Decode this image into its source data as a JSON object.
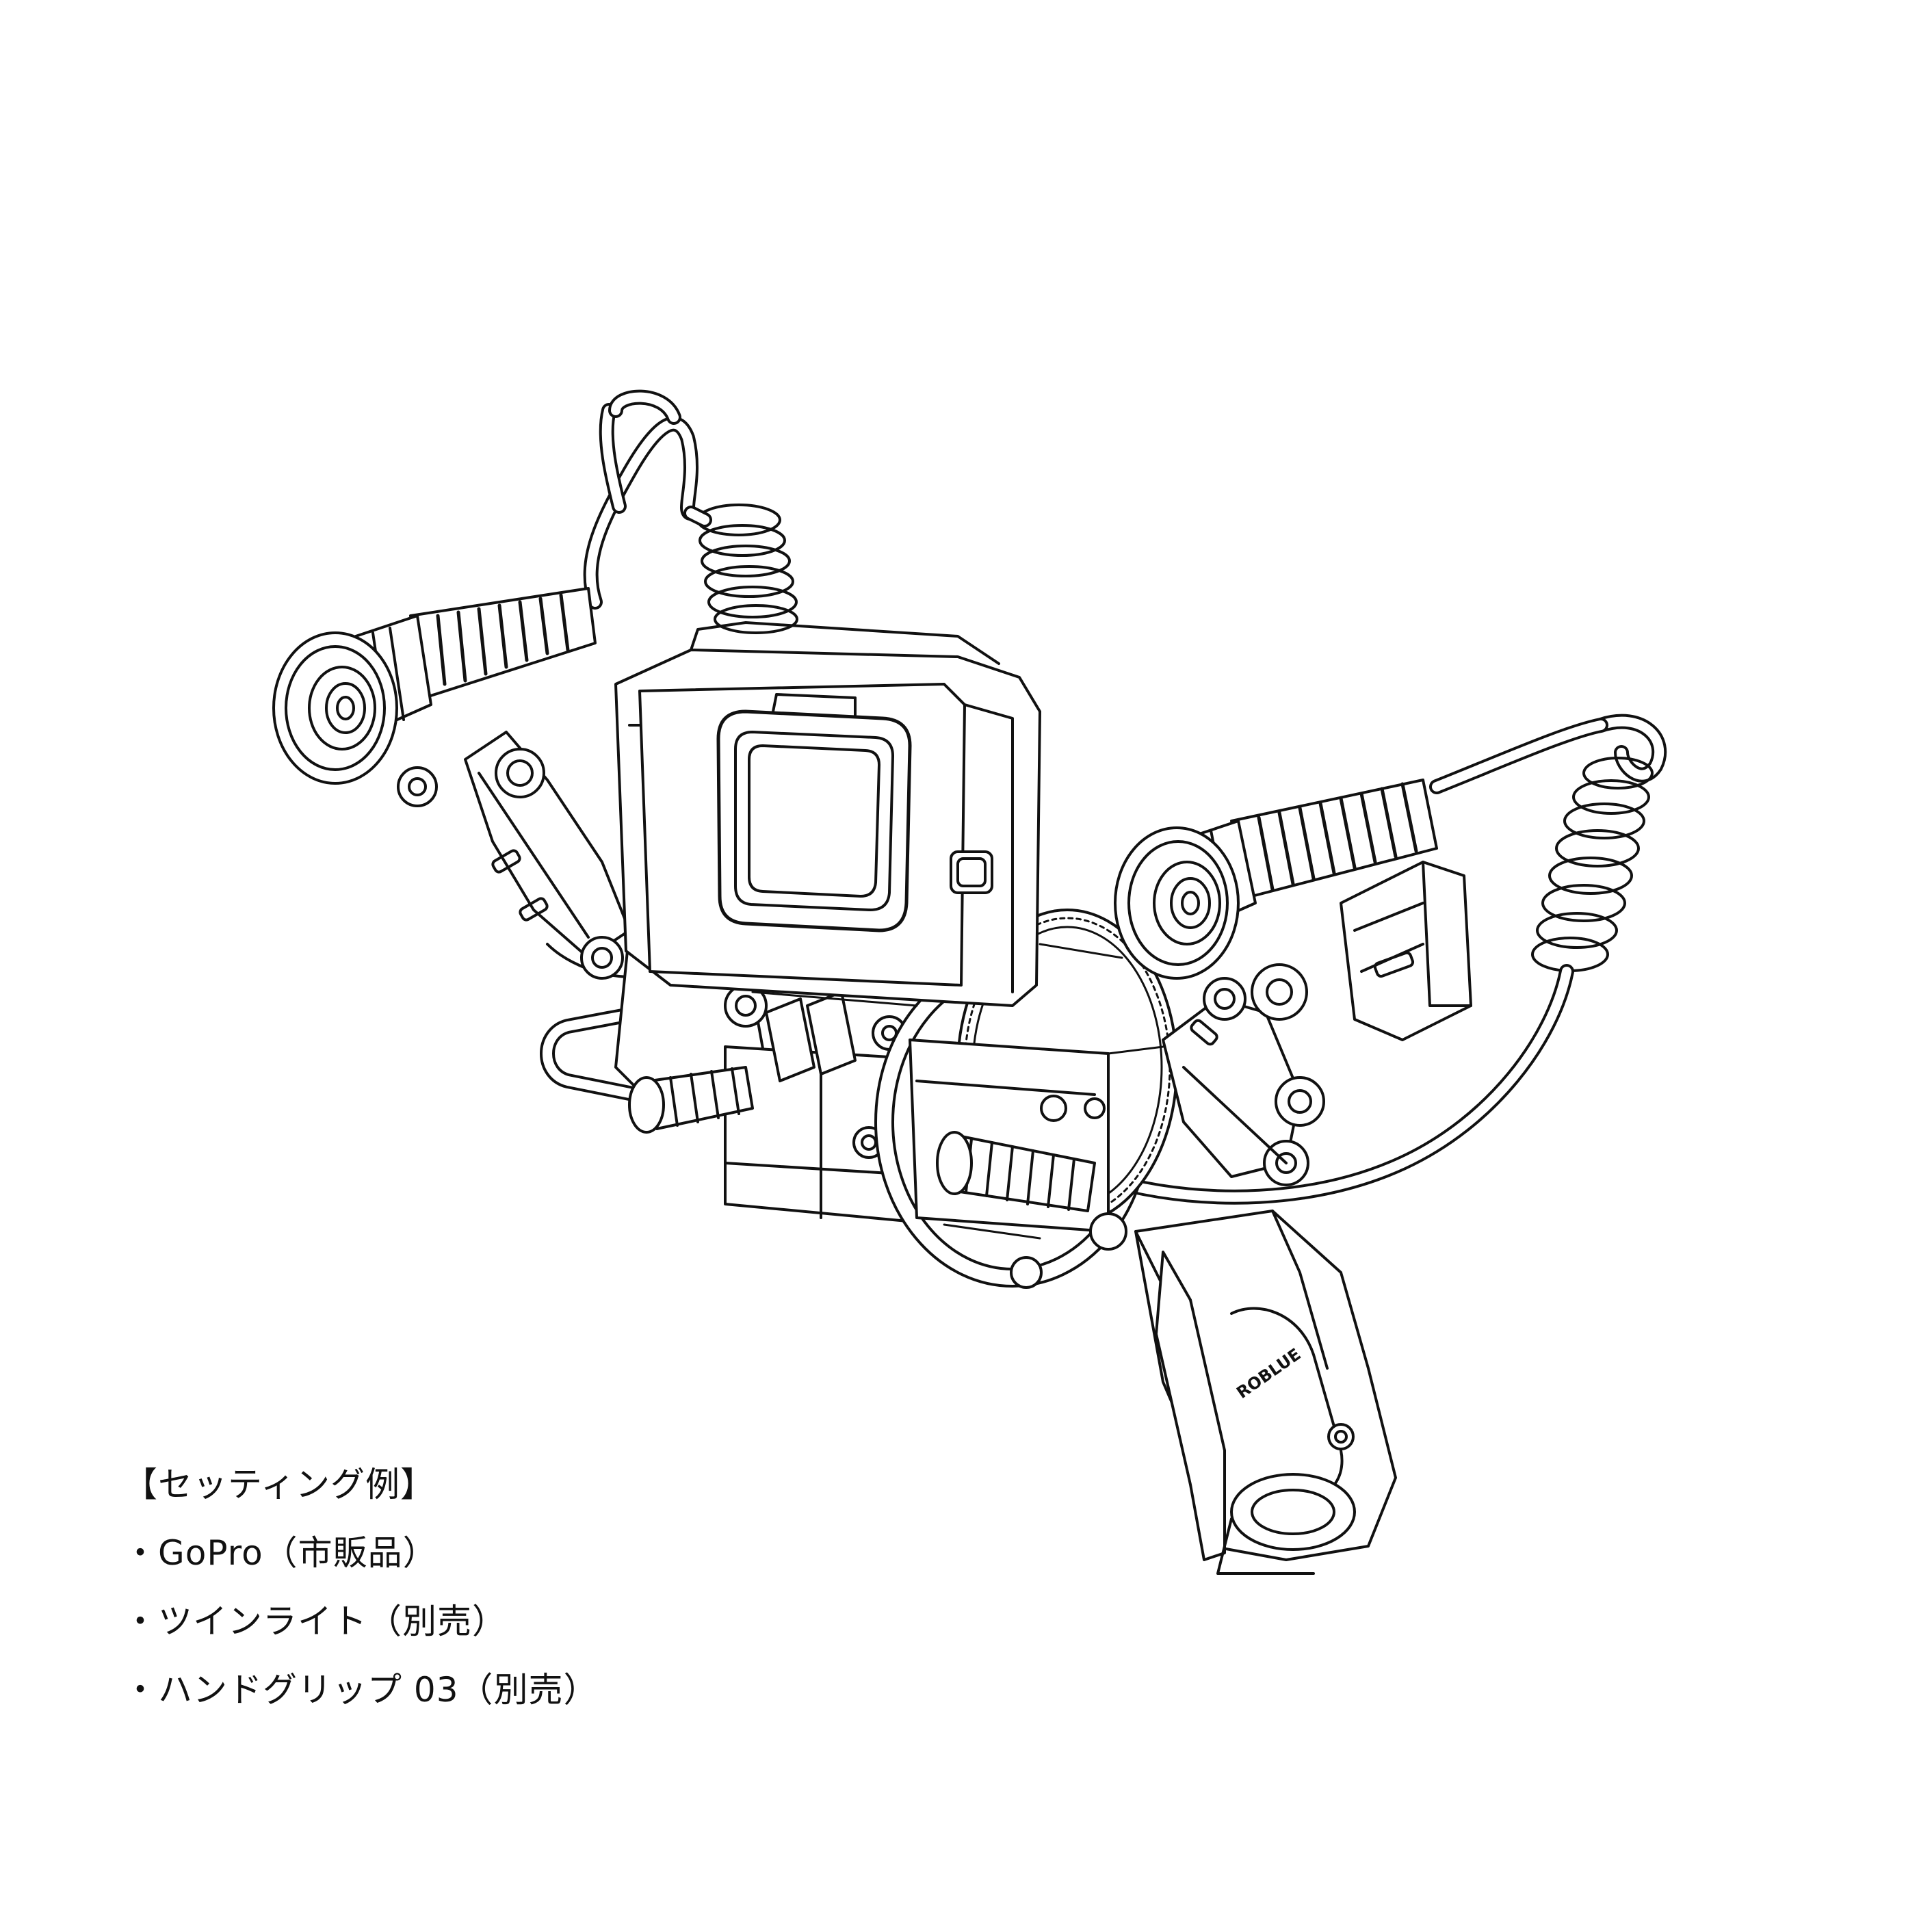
{
  "caption": {
    "heading": "【セッティング例】",
    "items": [
      "・GoPro（市販品）",
      "・ツインライト（別売）",
      "・ハンドグリップ 03（別売）"
    ]
  },
  "illustration": {
    "subject": "GoPro rig with twin lights, coiled cables and hand grip",
    "logo_text": "ROBLUE",
    "line_color": "#111111",
    "background_color": "#ffffff"
  }
}
